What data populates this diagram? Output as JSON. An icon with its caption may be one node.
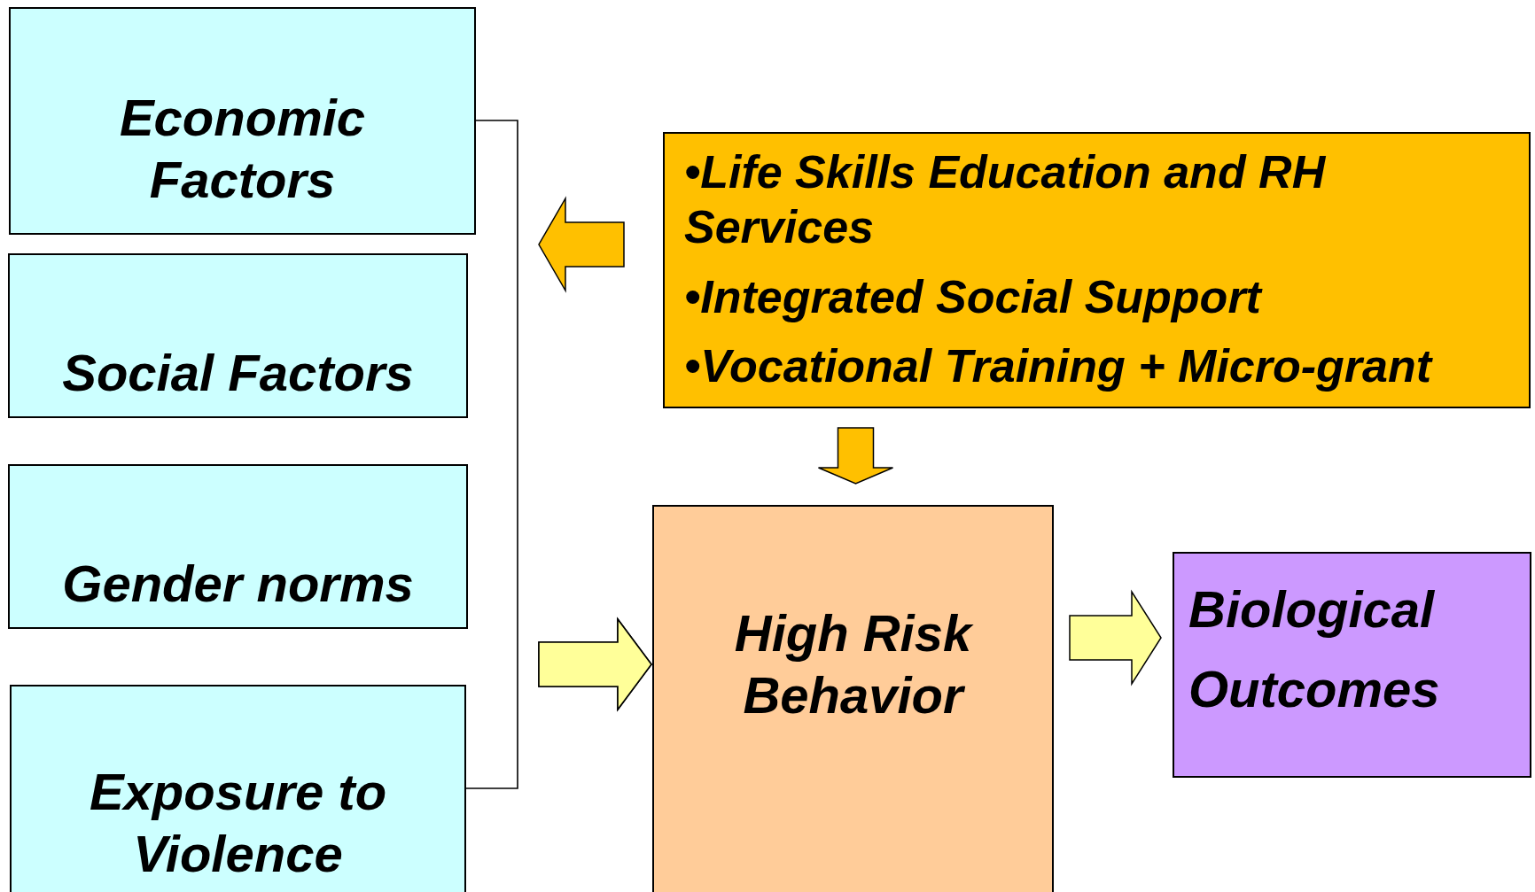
{
  "diagram": {
    "nodes": [
      {
        "text": [
          "Economic Factors"
        ]
      },
      {
        "text": [
          "Social Factors"
        ]
      },
      {
        "text": [
          "Gender norms"
        ]
      },
      {
        "text": [
          "Exposure to Violence"
        ]
      },
      {
        "text": [
          "•Life Skills Education and RH Services",
          "•Integrated Social Support",
          "•Vocational Training + Micro-grant"
        ]
      },
      {
        "text": [
          "High Risk Behavior"
        ]
      },
      {
        "text": [
          "Biological Outcomes"
        ]
      }
    ],
    "edges": [
      {
        "from": 0,
        "to": 5,
        "arrow": "to"
      },
      {
        "from": 3,
        "to": 5,
        "arrow": "to"
      },
      {
        "from": 4,
        "to": null,
        "arrow": "to",
        "color": "#ffc000"
      },
      {
        "from": 4,
        "to": 5,
        "arrow": "to",
        "color": "#ffc000"
      },
      {
        "from": 5,
        "to": 6,
        "arrow": "to"
      }
    ]
  }
}
